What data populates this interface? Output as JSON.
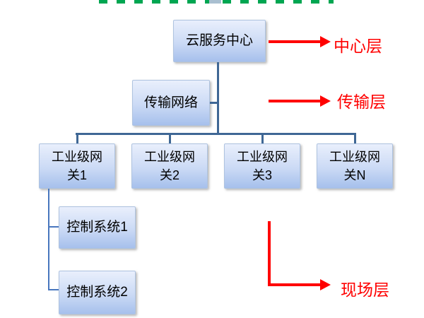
{
  "title_fragments": {
    "clipped": true,
    "color": "#00A651"
  },
  "nodes": {
    "cloud": {
      "label": "云服务中心"
    },
    "network": {
      "label": "传输网络"
    },
    "gateways": [
      {
        "label": "工业级网关1"
      },
      {
        "label": "工业级网关2"
      },
      {
        "label": "工业级网关3"
      },
      {
        "label": "工业级网关N"
      }
    ],
    "controls": [
      {
        "label": "控制系统1"
      },
      {
        "label": "控制系统2"
      }
    ]
  },
  "layers": [
    {
      "label": "中心层"
    },
    {
      "label": "传输层"
    },
    {
      "label": "现场层"
    }
  ],
  "colors": {
    "node_fill_top": "#E9EFFC",
    "node_fill_bottom": "#A6C0EC",
    "node_border": "#AEC3E0",
    "connector": "#3F6795",
    "branch_connector": "#4876BE",
    "arrow_red": "#FF0000",
    "layer_label_red": "#FF0000",
    "title_marks_green": "#00A651"
  }
}
